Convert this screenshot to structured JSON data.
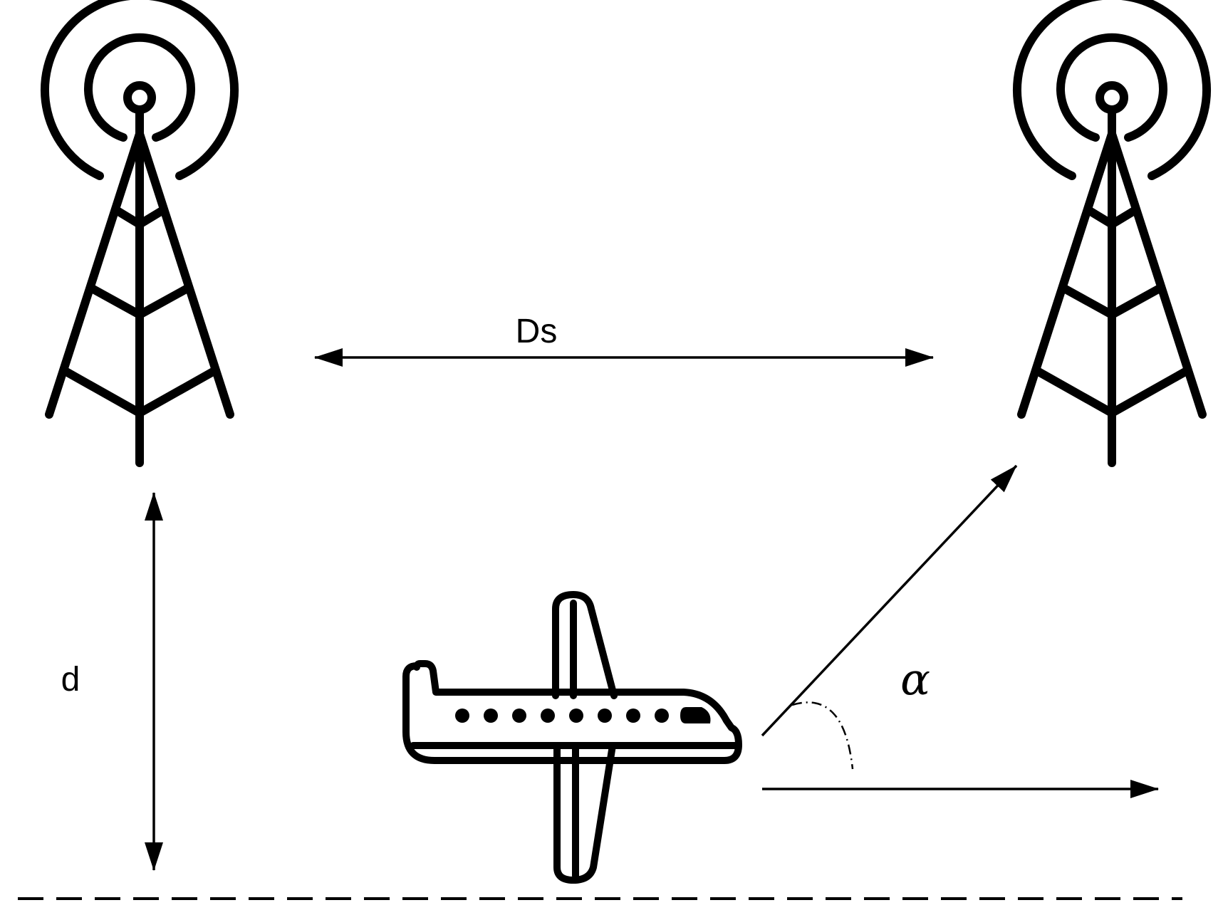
{
  "labels": {
    "ds": "Ds",
    "d": "d",
    "alpha": "α"
  },
  "icons": {
    "left_tower": "radio-tower-icon",
    "right_tower": "radio-tower-icon",
    "aircraft": "airplane-icon"
  },
  "colors": {
    "stroke": "#000000",
    "background": "#ffffff"
  }
}
